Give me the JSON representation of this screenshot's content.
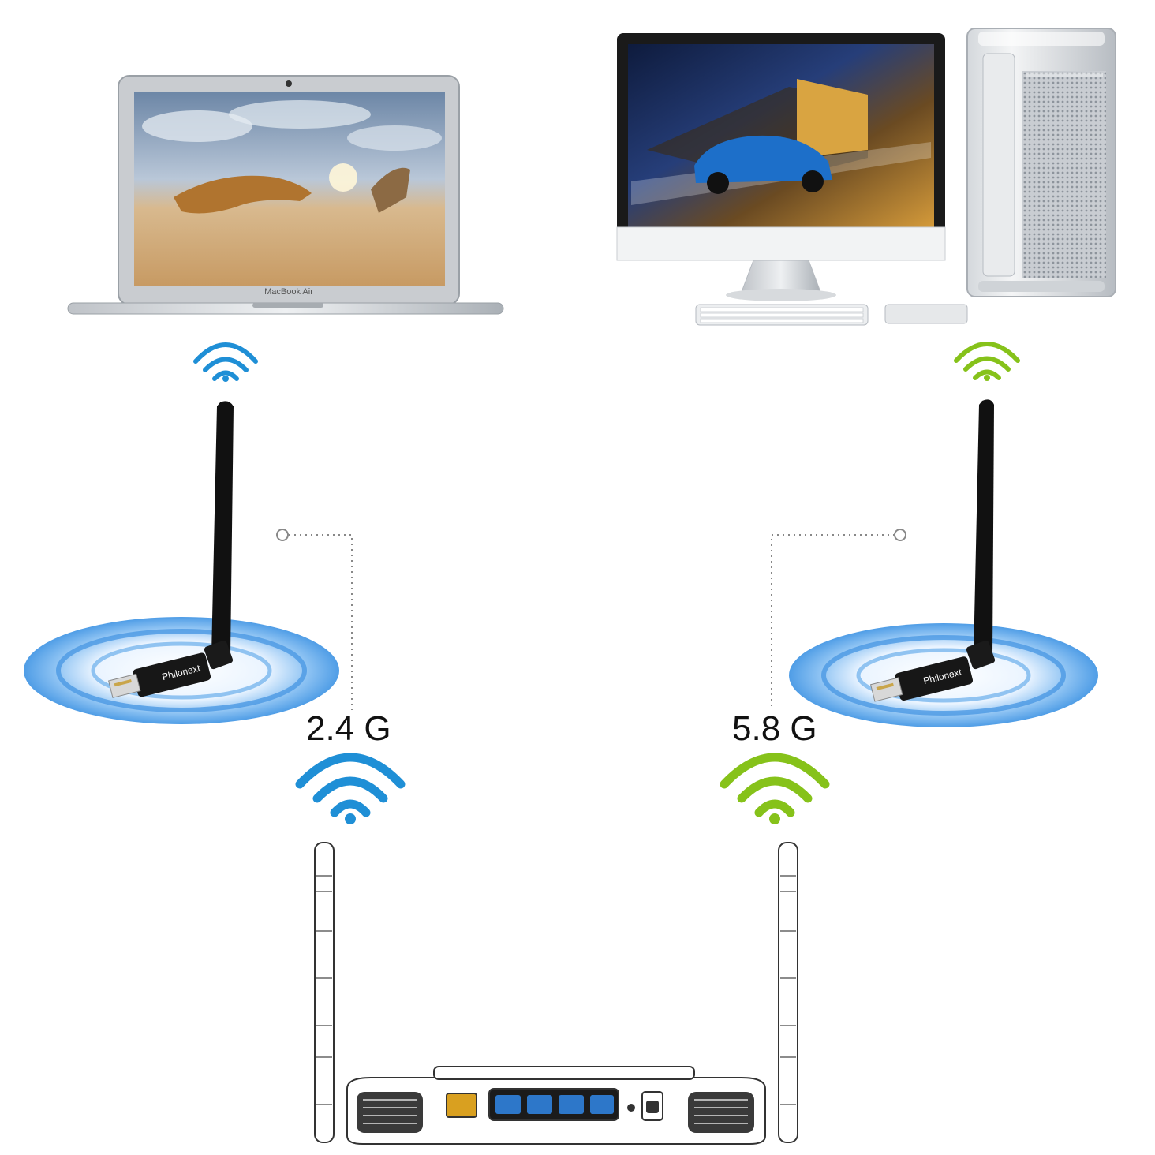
{
  "laptop": {
    "brand_label": "MacBook Air"
  },
  "adapters": [
    {
      "brand_label": "Philonext",
      "band": "2.4 G"
    },
    {
      "brand_label": "Philonext",
      "band": "5.8 G"
    }
  ],
  "colors": {
    "band_24": "#1f8fd6",
    "band_58": "#86c21a",
    "ring_blue": "#5aa7ea",
    "ring_light": "#d8ebff",
    "dotted_line": "#888888",
    "label_text": "#111111"
  },
  "icons": [
    "laptop-icon",
    "desktop-monitor-icon",
    "tower-pc-icon",
    "keyboard-icon",
    "trackpad-icon",
    "wifi-icon",
    "usb-antenna-adapter-icon",
    "router-icon"
  ]
}
